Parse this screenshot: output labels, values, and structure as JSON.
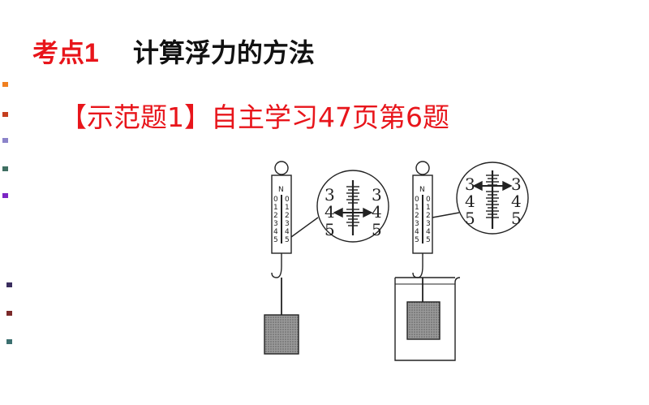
{
  "slide": {
    "title_prefix": "考点1",
    "title_text": "计算浮力的方法",
    "subtitle": "【示范题1】自主学习47页第6题"
  },
  "figure": {
    "left": {
      "unit": "N",
      "scale_numbers": [
        "0",
        "1",
        "2",
        "3",
        "4",
        "5"
      ],
      "zoom_numbers_left": [
        "3",
        "4",
        "5"
      ],
      "zoom_numbers_right": [
        "3",
        "4",
        "5"
      ]
    },
    "right": {
      "unit": "N",
      "scale_numbers": [
        "0",
        "1",
        "2",
        "3",
        "4",
        "5"
      ],
      "zoom_numbers_left": [
        "3",
        "4",
        "5"
      ],
      "zoom_numbers_right": [
        "3",
        "4",
        "5"
      ]
    }
  },
  "colors": {
    "title_red": "#e8151b",
    "bullets": [
      "#f07f1f",
      "#c43e1e",
      "#8b83c9",
      "#3f6f62",
      "#7c25c4",
      "#3a2d5e",
      "#7b2a2a",
      "#3b6f6f"
    ]
  }
}
